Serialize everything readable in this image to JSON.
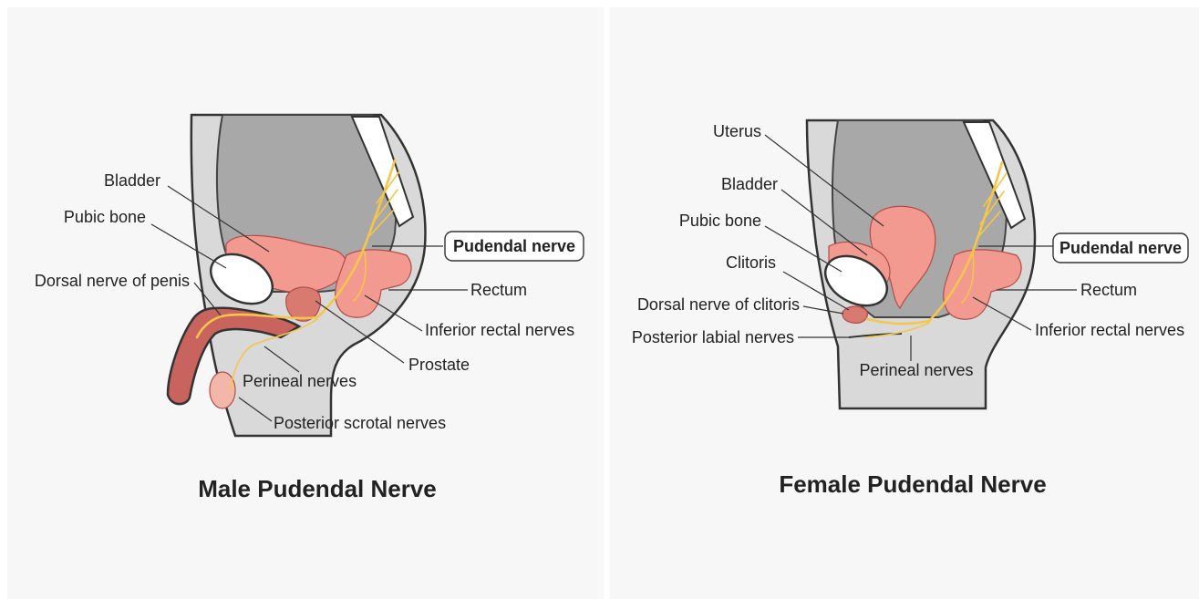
{
  "male": {
    "title": "Male Pudendal Nerve",
    "labels": {
      "bladder": "Bladder",
      "pubic_bone": "Pubic bone",
      "dorsal_nerve": "Dorsal nerve of penis",
      "pudendal_nerve": "Pudendal nerve",
      "rectum": "Rectum",
      "inferior_rectal": "Inferior rectal nerves",
      "prostate": "Prostate",
      "perineal": "Perineal nerves",
      "posterior_scrotal": "Posterior scrotal nerves"
    }
  },
  "female": {
    "title": "Female Pudendal Nerve",
    "labels": {
      "uterus": "Uterus",
      "bladder": "Bladder",
      "pubic_bone": "Pubic bone",
      "clitoris": "Clitoris",
      "dorsal_nerve": "Dorsal nerve of clitoris",
      "posterior_labial": "Posterior labial nerves",
      "pudendal_nerve": "Pudendal nerve",
      "rectum": "Rectum",
      "inferior_rectal": "Inferior rectal nerves",
      "perineal": "Perineal nerves"
    }
  },
  "colors": {
    "background": "#f7f7f7",
    "organ": "#f29a8f",
    "nerve": "#f4c64a",
    "cavity": "#a8a8a8",
    "body": "#d9d9d9"
  }
}
